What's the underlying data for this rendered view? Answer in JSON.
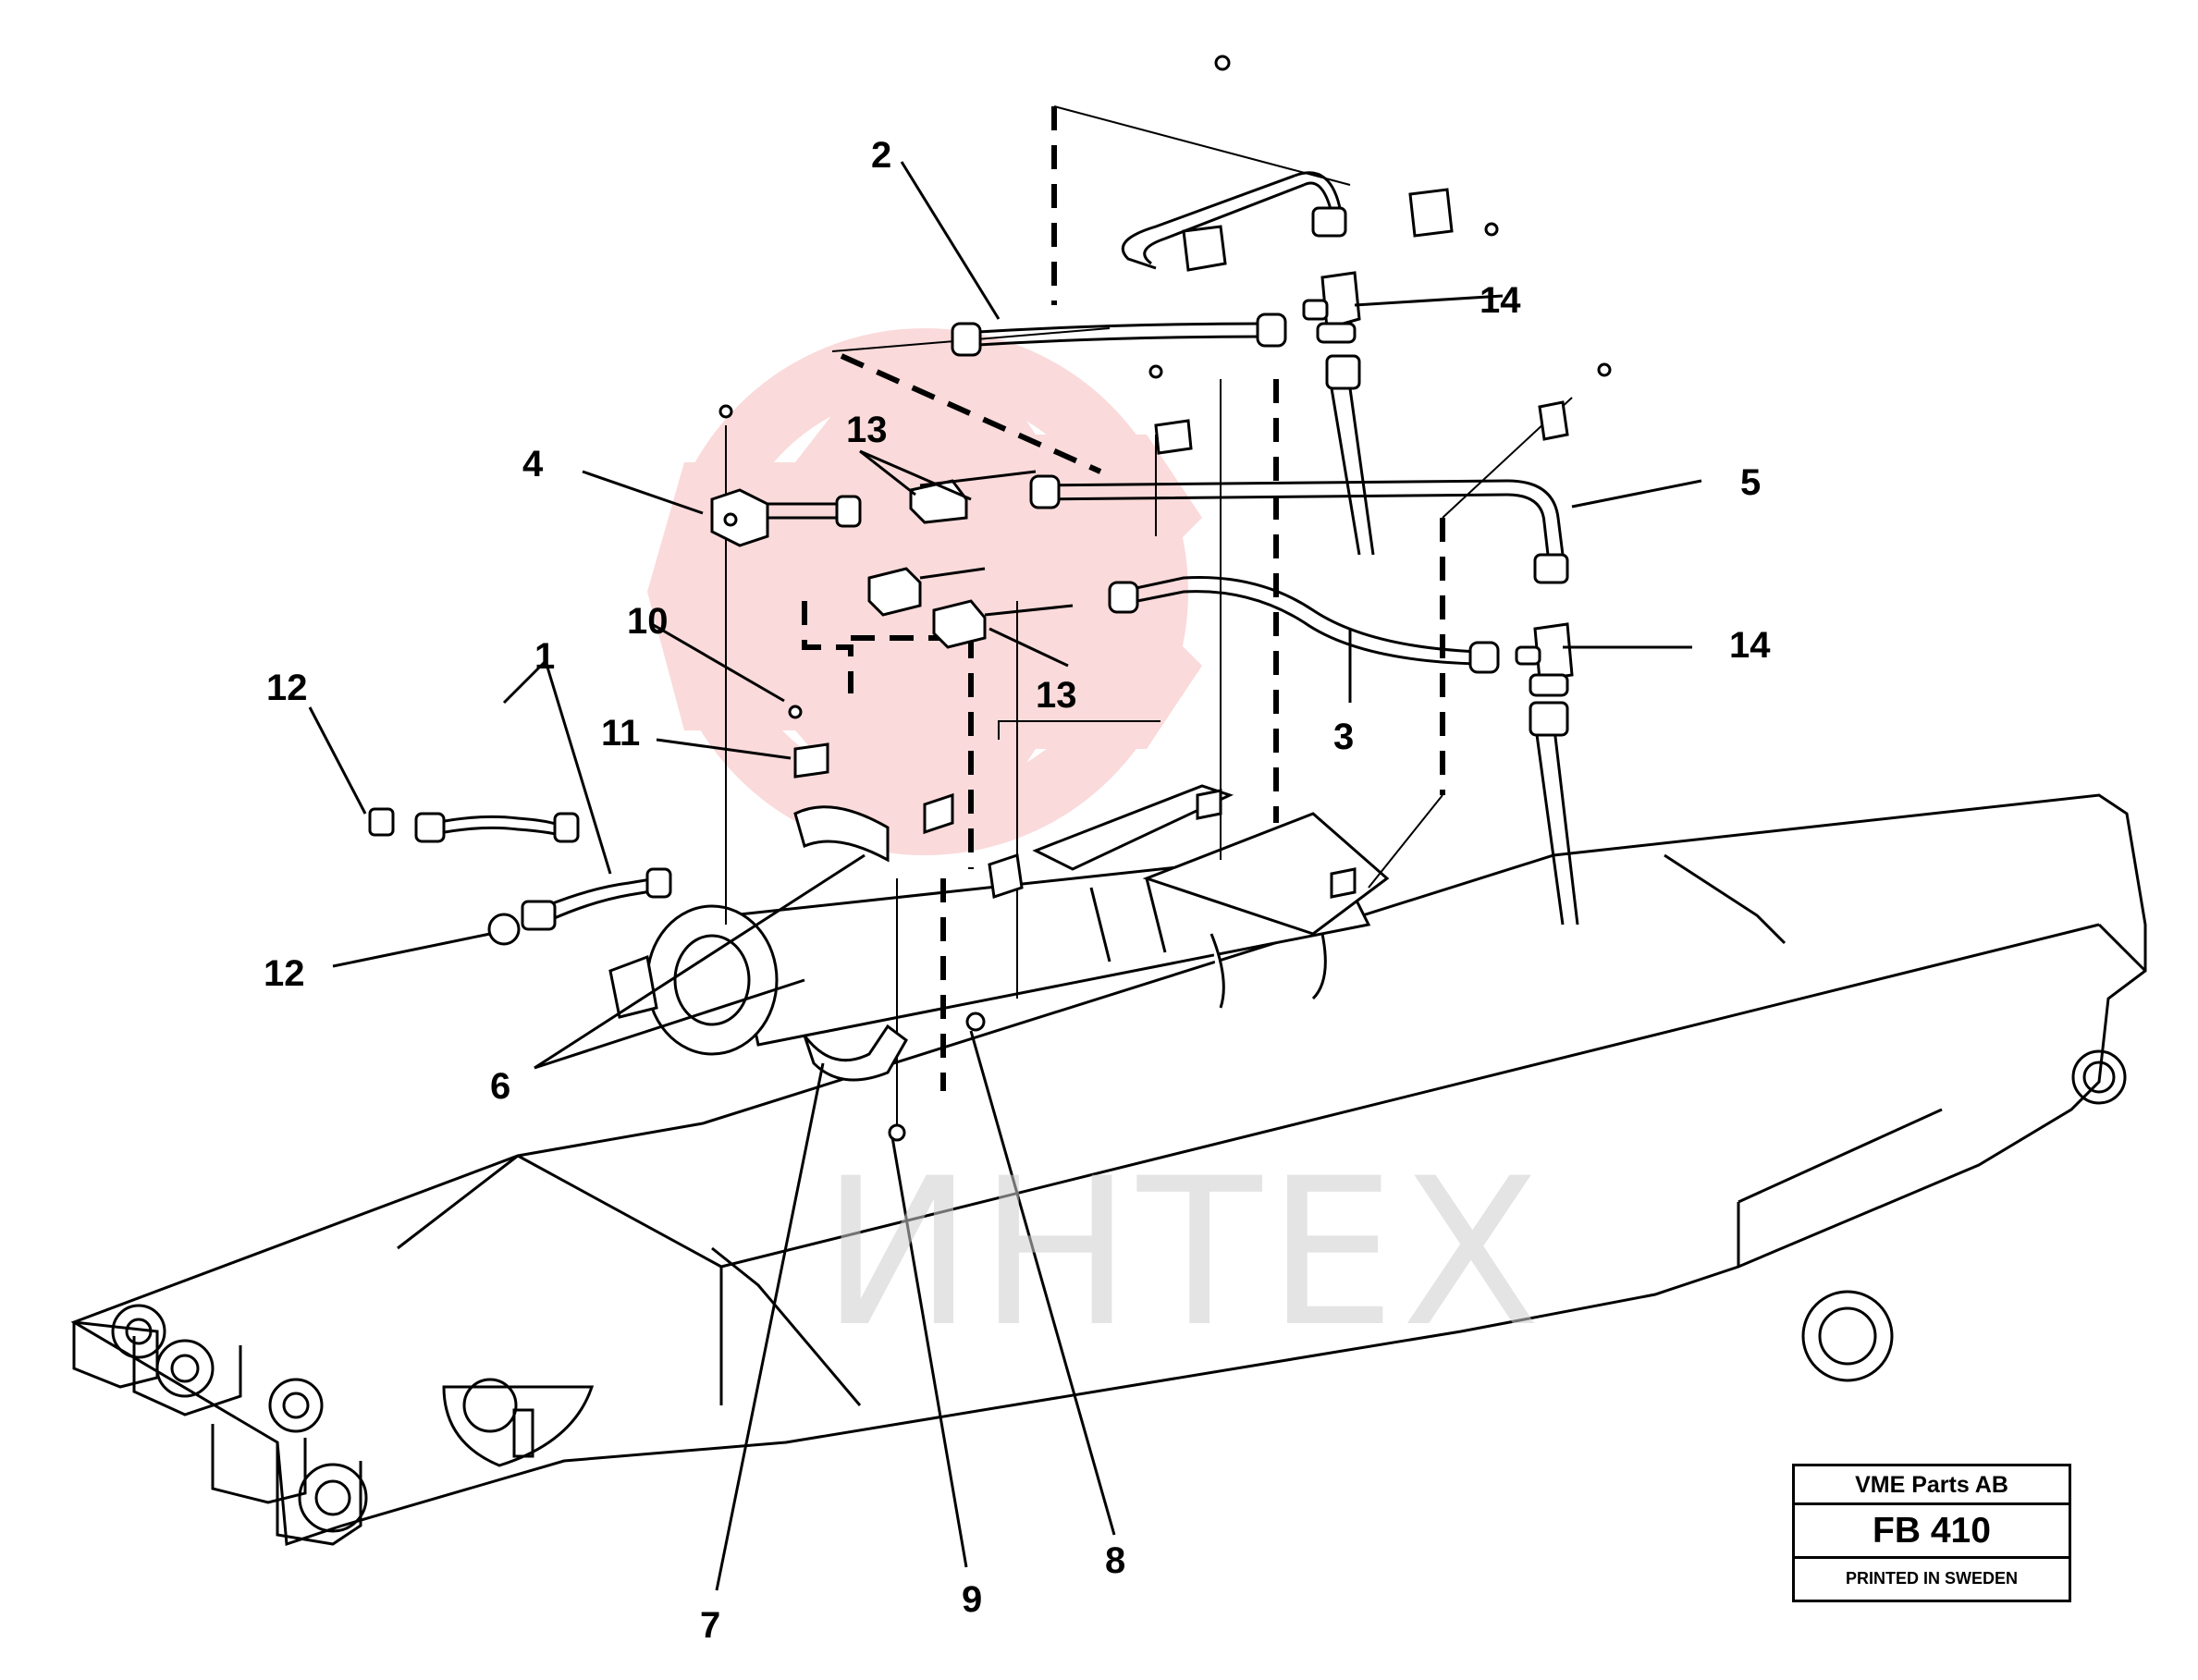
{
  "diagram": {
    "callouts": [
      {
        "id": "c1",
        "text": "1"
      },
      {
        "id": "c2",
        "text": "2"
      },
      {
        "id": "c3",
        "text": "3"
      },
      {
        "id": "c4",
        "text": "4"
      },
      {
        "id": "c5",
        "text": "5"
      },
      {
        "id": "c6",
        "text": "6"
      },
      {
        "id": "c7",
        "text": "7"
      },
      {
        "id": "c8",
        "text": "8"
      },
      {
        "id": "c9",
        "text": "9"
      },
      {
        "id": "c10",
        "text": "10"
      },
      {
        "id": "c11",
        "text": "11"
      },
      {
        "id": "c12a",
        "text": "12"
      },
      {
        "id": "c12b",
        "text": "12"
      },
      {
        "id": "c13a",
        "text": "13"
      },
      {
        "id": "c13b",
        "text": "13"
      },
      {
        "id": "c14a",
        "text": "14"
      },
      {
        "id": "c14b",
        "text": "14"
      }
    ]
  },
  "watermark": {
    "text": "ИНТЕХ",
    "color": "#e8363a"
  },
  "titleblock": {
    "company": "VME Parts AB",
    "code": "FB 410",
    "printed": "PRINTED IN SWEDEN"
  },
  "colors": {
    "ink": "#000000",
    "watermark_red": "#e8363a",
    "watermark_grey": "#cfcfcf"
  }
}
